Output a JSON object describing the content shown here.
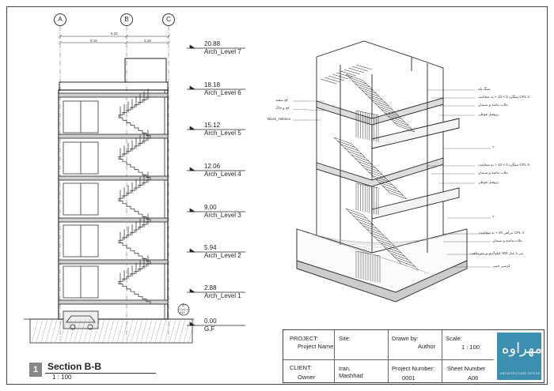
{
  "grid": {
    "a": "A",
    "b": "B",
    "c": "C"
  },
  "dims": {
    "total": "6.32",
    "left": "5.16",
    "right": "3.18"
  },
  "levels": [
    {
      "name": "Arch_Level 7",
      "value": "20.88"
    },
    {
      "name": "Arch_Level 6",
      "value": "18.18"
    },
    {
      "name": "Arch_Level 5",
      "value": "15.12"
    },
    {
      "name": "Arch_Level 4",
      "value": "12.06"
    },
    {
      "name": "Arch_Level 3",
      "value": "9.00"
    },
    {
      "name": "Arch_Level 2",
      "value": "5.94"
    },
    {
      "name": "Arch_Level 1",
      "value": "2.88"
    },
    {
      "name": "G.F",
      "value": "0.00"
    }
  ],
  "callout": {
    "num": "3",
    "sheet": "A11"
  },
  "left_notes": {
    "n1": "کچ سفید",
    "n2": "کچ و خاک",
    "n3": "Block_Hebnex"
  },
  "right_notes": {
    "r1": "سنگ پله",
    "r2": "میلگرد 3 × 10 + به ضخامت CPL 3",
    "r3": "ملات ماسه و سیمان",
    "r4": "پروفیل قوطی",
    "r5": "?",
    "r6": "میلگرد 3 × 10 + به ضخامت CPL 3",
    "r7": "ملات ماسه و سیمان",
    "r8": "پروفیل قوطی",
    "r9": "?",
    "r10": "تیرآهن 20 + به ضخامت CPL 4",
    "r11": "ملات ماسه و سیمان",
    "r12": "بتن با عیار 300 کیلوگرم بر مترمکعب",
    "r13": "کرسی چینی"
  },
  "title_block": {
    "project_label": "PROJECT:",
    "project_value": "Project Name",
    "site_label": "Site:",
    "drawn_label": "Drawn by:",
    "drawn_value": "Author",
    "scale_label": "Scale:",
    "scale_value": "1 : 100",
    "client_label": "CLIENT:",
    "client_value": "Owner",
    "site_value1": "Iran,",
    "site_value2": "Mashhad",
    "projnum_label": "Project Number:",
    "projnum_value": "0001",
    "sheet_label": "Sheet Number",
    "sheet_value": "A06"
  },
  "logo": {
    "mark": "مهراوه",
    "sub": "ARCHITECTURE OFFICE"
  },
  "section": {
    "number": "1",
    "title": "Section B-B",
    "scale": "1 : 100"
  }
}
